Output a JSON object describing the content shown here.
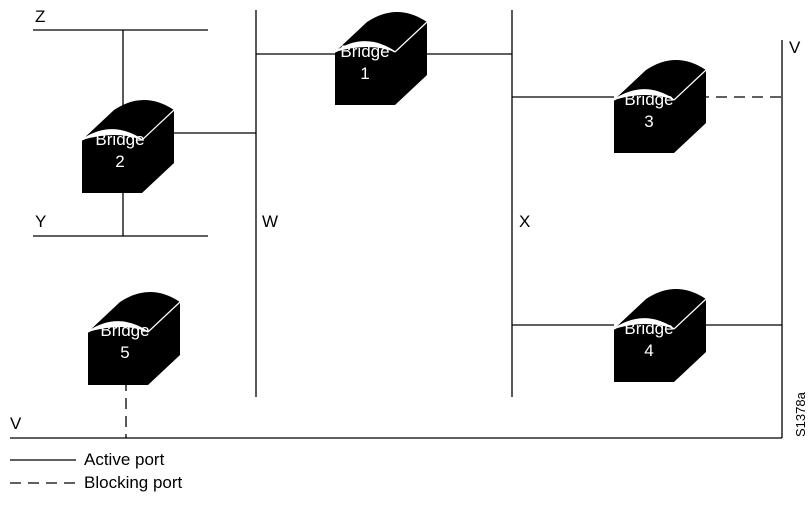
{
  "segments": {
    "z": "Z",
    "y": "Y",
    "w": "W",
    "x": "X",
    "v_top": "V",
    "v_bottom": "V"
  },
  "bridges": [
    {
      "name": "Bridge",
      "number": "1"
    },
    {
      "name": "Bridge",
      "number": "2"
    },
    {
      "name": "Bridge",
      "number": "3"
    },
    {
      "name": "Bridge",
      "number": "4"
    },
    {
      "name": "Bridge",
      "number": "5"
    }
  ],
  "legend": {
    "active": "Active port",
    "blocking": "Blocking port"
  },
  "figure_id": "S1378a",
  "colors": {
    "bridge_fill": "#000000",
    "bridge_top": "#ffffff",
    "line": "#000000"
  }
}
